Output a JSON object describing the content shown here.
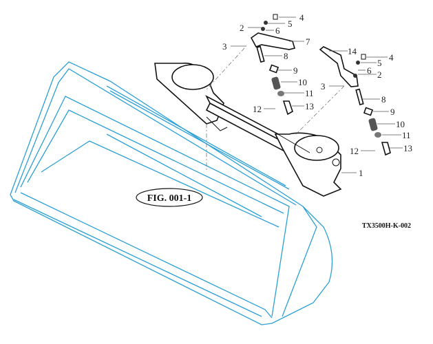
{
  "figure_label": "FIG. 001-1",
  "drawing_code": "TX3500H-K-002",
  "colors": {
    "bucket_outline": "#2a9fd6",
    "frame_outline": "#111111"
  },
  "callouts_left": [
    "4",
    "5",
    "2",
    "6",
    "7",
    "3",
    "8",
    "9",
    "10",
    "11",
    "12",
    "13"
  ],
  "callouts_right": [
    "14",
    "4",
    "5",
    "6",
    "2",
    "3",
    "8",
    "9",
    "10",
    "11",
    "12",
    "13",
    "1"
  ]
}
